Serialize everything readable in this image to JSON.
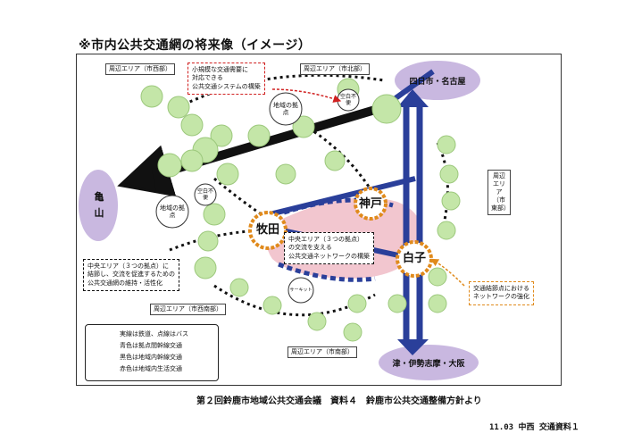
{
  "title": "※市内公共交通網の将来像（イメージ）",
  "regions": {
    "west": "周辺エリア（市西部）",
    "north": "周辺エリア（市北部）",
    "east_line1": "周辺エリア",
    "east_line2": "（市東部）",
    "southwest": "周辺エリア（市西南部）",
    "south": "周辺エリア（市南部）"
  },
  "destinations": {
    "northeast": "四日市・名古屋",
    "west": "亀山",
    "south": "津・伊勢志摩・大阪"
  },
  "hubs": {
    "makita": "牧田",
    "kanbe": "神戸",
    "shiroko": "白子"
  },
  "local_hub": {
    "north": "地域の拠点",
    "west": "地域の拠点"
  },
  "gap": {
    "north": "空白不便",
    "west": "空白不便"
  },
  "circuit": "サーキット",
  "notes": {
    "small_demand": [
      "小規模な交通需要に",
      "対応できる",
      "公共交通システムの構築"
    ],
    "central_area": [
      "中央エリア（３つの拠点）",
      "の交流を支える",
      "公共交通ネットワークの構築"
    ],
    "connect": [
      "中央エリア（３つの拠点）に",
      "結節し、交流を促進するための",
      "公共交通網の維持・活性化"
    ],
    "node": [
      "交通結節点における",
      "ネットワークの強化"
    ]
  },
  "legend": {
    "row1": "実線は鉄道、点線はバス",
    "row2": "青色は拠点間幹線交通",
    "row3": "黒色は地域内幹線交通",
    "row4": "赤色は地域内生活交通"
  },
  "footer": "第２回鈴鹿市地域公共交通会議　資料４　鈴鹿市公共交通整備方針より",
  "stamp": "11.03 中西 交通資料１",
  "colors": {
    "blue": "#2a3f9a",
    "green": "#c4e6a8",
    "purple": "#c9b8e0",
    "orange": "#e08a1c",
    "red": "#d02020",
    "pink": "#f2c6cf"
  }
}
